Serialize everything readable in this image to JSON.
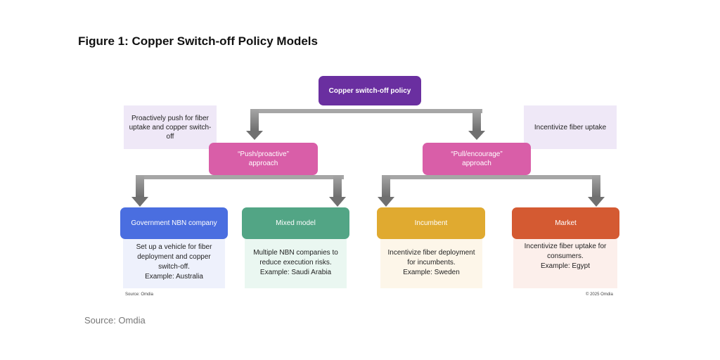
{
  "figure": {
    "title": "Figure 1: Copper Switch-off Policy Models",
    "source_inner": "Source: Omdia",
    "copyright": "© 2025 Omdia",
    "source_bottom": "Source: Omdia"
  },
  "root": {
    "label": "Copper switch-off policy",
    "color": "#6a2fa0"
  },
  "approaches": [
    {
      "label": "“Push/proactive”\napproach",
      "color": "#d95ea8",
      "note": "Proactively push for fiber\nuptake and copper switch-\noff",
      "note_bg": "#efe8f7"
    },
    {
      "label": "“Pull/encourage”\napproach",
      "color": "#d95ea8",
      "note": "Incentivize fiber uptake",
      "note_bg": "#efe8f7"
    }
  ],
  "models": [
    {
      "label": "Government NBN company",
      "color": "#4a6ee0",
      "desc_bg": "#eef1fc",
      "description": "Set up a vehicle for fiber\ndeployment and copper\nswitch-off.\nExample: Australia"
    },
    {
      "label": "Mixed model",
      "color": "#52a585",
      "desc_bg": "#eaf7f1",
      "description": "Multiple NBN companies to\nreduce execution risks.\nExample: Saudi Arabia"
    },
    {
      "label": "Incumbent",
      "color": "#e0aa30",
      "desc_bg": "#fdf6e9",
      "description": "Incentivize fiber deployment\nfor incumbents.\nExample: Sweden"
    },
    {
      "label": "Market",
      "color": "#d45a32",
      "desc_bg": "#fcefeb",
      "description": "Incentivize fiber uptake for\nconsumers.\nExample: Egypt"
    }
  ]
}
